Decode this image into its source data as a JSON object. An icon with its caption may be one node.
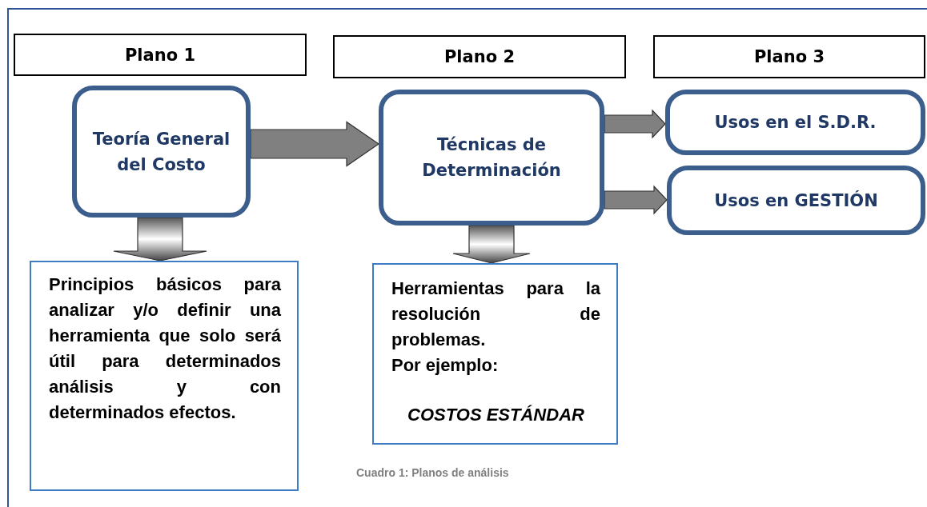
{
  "diagram": {
    "caption": "Cuadro 1: Planos de análisis",
    "nodes": [
      {
        "text": [
          "Plano 1"
        ]
      },
      {
        "text": [
          "Plano 2"
        ]
      },
      {
        "text": [
          "Plano 3"
        ]
      },
      {
        "text": [
          "Teoría General del Costo"
        ]
      },
      {
        "text": [
          "Técnicas de Determinación"
        ]
      },
      {
        "text": [
          "Usos en el S.D.R."
        ]
      },
      {
        "text": [
          "Usos en GESTIÓN"
        ]
      },
      {
        "text": [
          "Principios básicos para analizar y/o definir una herramienta que solo será útil para determinados análisis y con determinados efectos."
        ]
      },
      {
        "text": [
          "Herramientas para la resolución de problemas.",
          "Por ejemplo:",
          "COSTOS ESTÁNDAR"
        ]
      }
    ],
    "edges": [
      {
        "from": 3,
        "to": 4,
        "arrow": "to"
      },
      {
        "from": 4,
        "to": 5,
        "arrow": "to"
      },
      {
        "from": 4,
        "to": 6,
        "arrow": "to"
      },
      {
        "from": 3,
        "to": 7,
        "arrow": "to"
      },
      {
        "from": 4,
        "to": 8,
        "arrow": "to"
      }
    ]
  }
}
